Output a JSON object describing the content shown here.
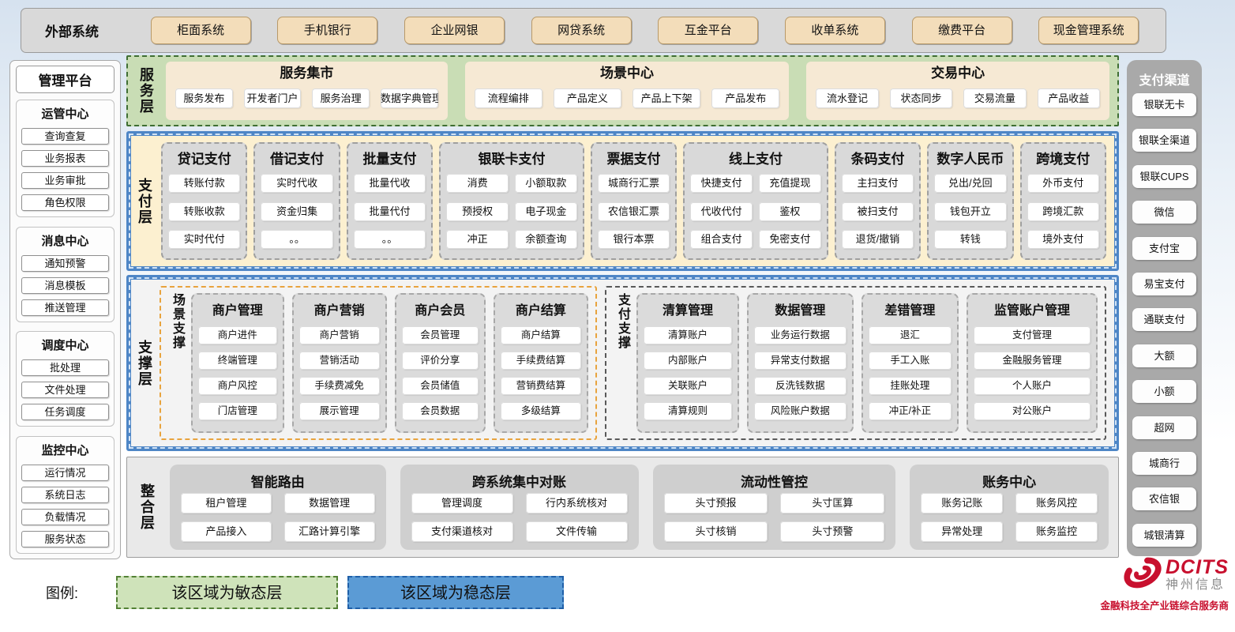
{
  "external": {
    "title": "外部系统",
    "items": [
      "柜面系统",
      "手机银行",
      "企业网银",
      "网贷系统",
      "互金平台",
      "收单系统",
      "缴费平台",
      "现金管理系统"
    ]
  },
  "management": {
    "title": "管理平台",
    "groups": [
      {
        "title": "运管中心",
        "items": [
          "查询查复",
          "业务报表",
          "业务审批",
          "角色权限"
        ]
      },
      {
        "title": "消息中心",
        "items": [
          "通知预警",
          "消息模板",
          "推送管理"
        ]
      },
      {
        "title": "调度中心",
        "items": [
          "批处理",
          "文件处理",
          "任务调度"
        ]
      },
      {
        "title": "监控中心",
        "items": [
          "运行情况",
          "系统日志",
          "负载情况",
          "服务状态"
        ]
      }
    ]
  },
  "service_layer": {
    "label": "服务层",
    "groups": [
      {
        "title": "服务集市",
        "items": [
          "服务发布",
          "开发者门户",
          "服务治理",
          "数据字典管理"
        ]
      },
      {
        "title": "场景中心",
        "items": [
          "流程编排",
          "产品定义",
          "产品上下架",
          "产品发布"
        ]
      },
      {
        "title": "交易中心",
        "items": [
          "流水登记",
          "状态同步",
          "交易流量",
          "产品收益"
        ]
      }
    ]
  },
  "payment_layer": {
    "label": "支付层",
    "columns": [
      {
        "title": "贷记支付",
        "cols": 1,
        "items": [
          "转账付款",
          "转账收款",
          "实时代付"
        ]
      },
      {
        "title": "借记支付",
        "cols": 1,
        "items": [
          "实时代收",
          "资金归集",
          "。。"
        ]
      },
      {
        "title": "批量支付",
        "cols": 1,
        "items": [
          "批量代收",
          "批量代付",
          "。。"
        ]
      },
      {
        "title": "银联卡支付",
        "cols": 2,
        "items": [
          "消费",
          "小额取款",
          "预授权",
          "电子现金",
          "冲正",
          "余额查询"
        ]
      },
      {
        "title": "票据支付",
        "cols": 1,
        "items": [
          "城商行汇票",
          "农信银汇票",
          "银行本票"
        ]
      },
      {
        "title": "线上支付",
        "cols": 2,
        "items": [
          "快捷支付",
          "充值提现",
          "代收代付",
          "鉴权",
          "组合支付",
          "免密支付"
        ]
      },
      {
        "title": "条码支付",
        "cols": 1,
        "items": [
          "主扫支付",
          "被扫支付",
          "退货/撤销"
        ]
      },
      {
        "title": "数字人民币",
        "cols": 1,
        "items": [
          "兑出/兑回",
          "钱包开立",
          "转钱"
        ]
      },
      {
        "title": "跨境支付",
        "cols": 1,
        "items": [
          "外币支付",
          "跨境汇款",
          "境外支付"
        ]
      }
    ]
  },
  "support_layer": {
    "label": "支撑层",
    "groups": [
      {
        "label": "场景支撑",
        "columns": [
          {
            "title": "商户管理",
            "items": [
              "商户进件",
              "终端管理",
              "商户风控",
              "门店管理"
            ]
          },
          {
            "title": "商户营销",
            "items": [
              "商户营销",
              "营销活动",
              "手续费减免",
              "展示管理"
            ]
          },
          {
            "title": "商户会员",
            "items": [
              "会员管理",
              "评价分享",
              "会员储值",
              "会员数据"
            ]
          },
          {
            "title": "商户结算",
            "items": [
              "商户结算",
              "手续费结算",
              "营销费结算",
              "多级结算"
            ]
          }
        ]
      },
      {
        "label": "支付支撑",
        "columns": [
          {
            "title": "清算管理",
            "items": [
              "清算账户",
              "内部账户",
              "关联账户",
              "清算规则"
            ]
          },
          {
            "title": "数据管理",
            "items": [
              "业务运行数据",
              "异常支付数据",
              "反洗钱数据",
              "风险账户数据"
            ]
          },
          {
            "title": "差错管理",
            "items": [
              "退汇",
              "手工入账",
              "挂账处理",
              "冲正/补正"
            ]
          },
          {
            "title": "监管账户管理",
            "items": [
              "支付管理",
              "金融服务管理",
              "个人账户",
              "对公账户"
            ]
          }
        ]
      }
    ]
  },
  "integration_layer": {
    "label": "整合层",
    "groups": [
      {
        "title": "智能路由",
        "items": [
          "租户管理",
          "数据管理",
          "产品接入",
          "汇路计算引擎"
        ]
      },
      {
        "title": "跨系统集中对账",
        "items": [
          "管理调度",
          "行内系统核对",
          "支付渠道核对",
          "文件传输"
        ]
      },
      {
        "title": "流动性管控",
        "items": [
          "头寸预报",
          "头寸匡算",
          "头寸核销",
          "头寸预警"
        ]
      },
      {
        "title": "账务中心",
        "items": [
          "账务记账",
          "账务风控",
          "异常处理",
          "账务监控"
        ]
      }
    ]
  },
  "channels": {
    "title": "支付渠道",
    "items": [
      "银联无卡",
      "银联全渠道",
      "银联CUPS",
      "微信",
      "支付宝",
      "易宝支付",
      "通联支付",
      "大额",
      "小额",
      "超网",
      "城商行",
      "农信银",
      "城银清算"
    ]
  },
  "legend": {
    "label": "图例:",
    "agile": "该区域为敏态层",
    "stable": "该区域为稳态层"
  },
  "logo": {
    "brand": "DCITS",
    "company": "神州信息",
    "tagline": "金融科技全产业链综合服务商"
  },
  "colors": {
    "agile_green": "#c9ddb5",
    "stable_blue": "#4e86c6",
    "legend_blue": "#5b9bd5",
    "external_tan": "#f3ddba",
    "service_panel_cream": "#f6e9d4",
    "payment_layer_cream": "#fcf0d0",
    "module_gray": "#d9d9d9",
    "scene_support_orange": "#e8a33d",
    "brand_red": "#c8102e"
  }
}
